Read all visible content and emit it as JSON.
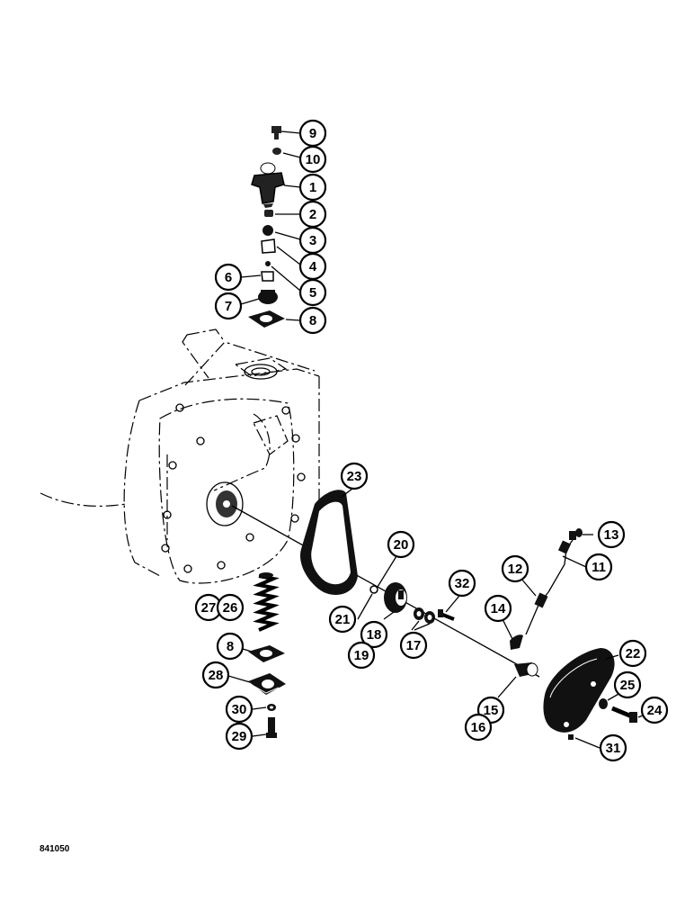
{
  "figure_code": "841050",
  "callouts": [
    {
      "id": "c9",
      "label": "9"
    },
    {
      "id": "c10",
      "label": "10"
    },
    {
      "id": "c1",
      "label": "1"
    },
    {
      "id": "c2",
      "label": "2"
    },
    {
      "id": "c3",
      "label": "3"
    },
    {
      "id": "c4",
      "label": "4"
    },
    {
      "id": "c5",
      "label": "5"
    },
    {
      "id": "c6",
      "label": "6"
    },
    {
      "id": "c7",
      "label": "7"
    },
    {
      "id": "c8a",
      "label": "8"
    },
    {
      "id": "c23",
      "label": "23"
    },
    {
      "id": "c20",
      "label": "20"
    },
    {
      "id": "c13",
      "label": "13"
    },
    {
      "id": "c12",
      "label": "12"
    },
    {
      "id": "c11",
      "label": "11"
    },
    {
      "id": "c32",
      "label": "32"
    },
    {
      "id": "c27",
      "label": "27"
    },
    {
      "id": "c26",
      "label": "26"
    },
    {
      "id": "c21",
      "label": "21"
    },
    {
      "id": "c18",
      "label": "18"
    },
    {
      "id": "c19",
      "label": "19"
    },
    {
      "id": "c17",
      "label": "17"
    },
    {
      "id": "c14",
      "label": "14"
    },
    {
      "id": "c22",
      "label": "22"
    },
    {
      "id": "c8b",
      "label": "8"
    },
    {
      "id": "c28",
      "label": "28"
    },
    {
      "id": "c25",
      "label": "25"
    },
    {
      "id": "c24",
      "label": "24"
    },
    {
      "id": "c15",
      "label": "15"
    },
    {
      "id": "c16",
      "label": "16"
    },
    {
      "id": "c30",
      "label": "30"
    },
    {
      "id": "c29",
      "label": "29"
    },
    {
      "id": "c31",
      "label": "31"
    }
  ]
}
